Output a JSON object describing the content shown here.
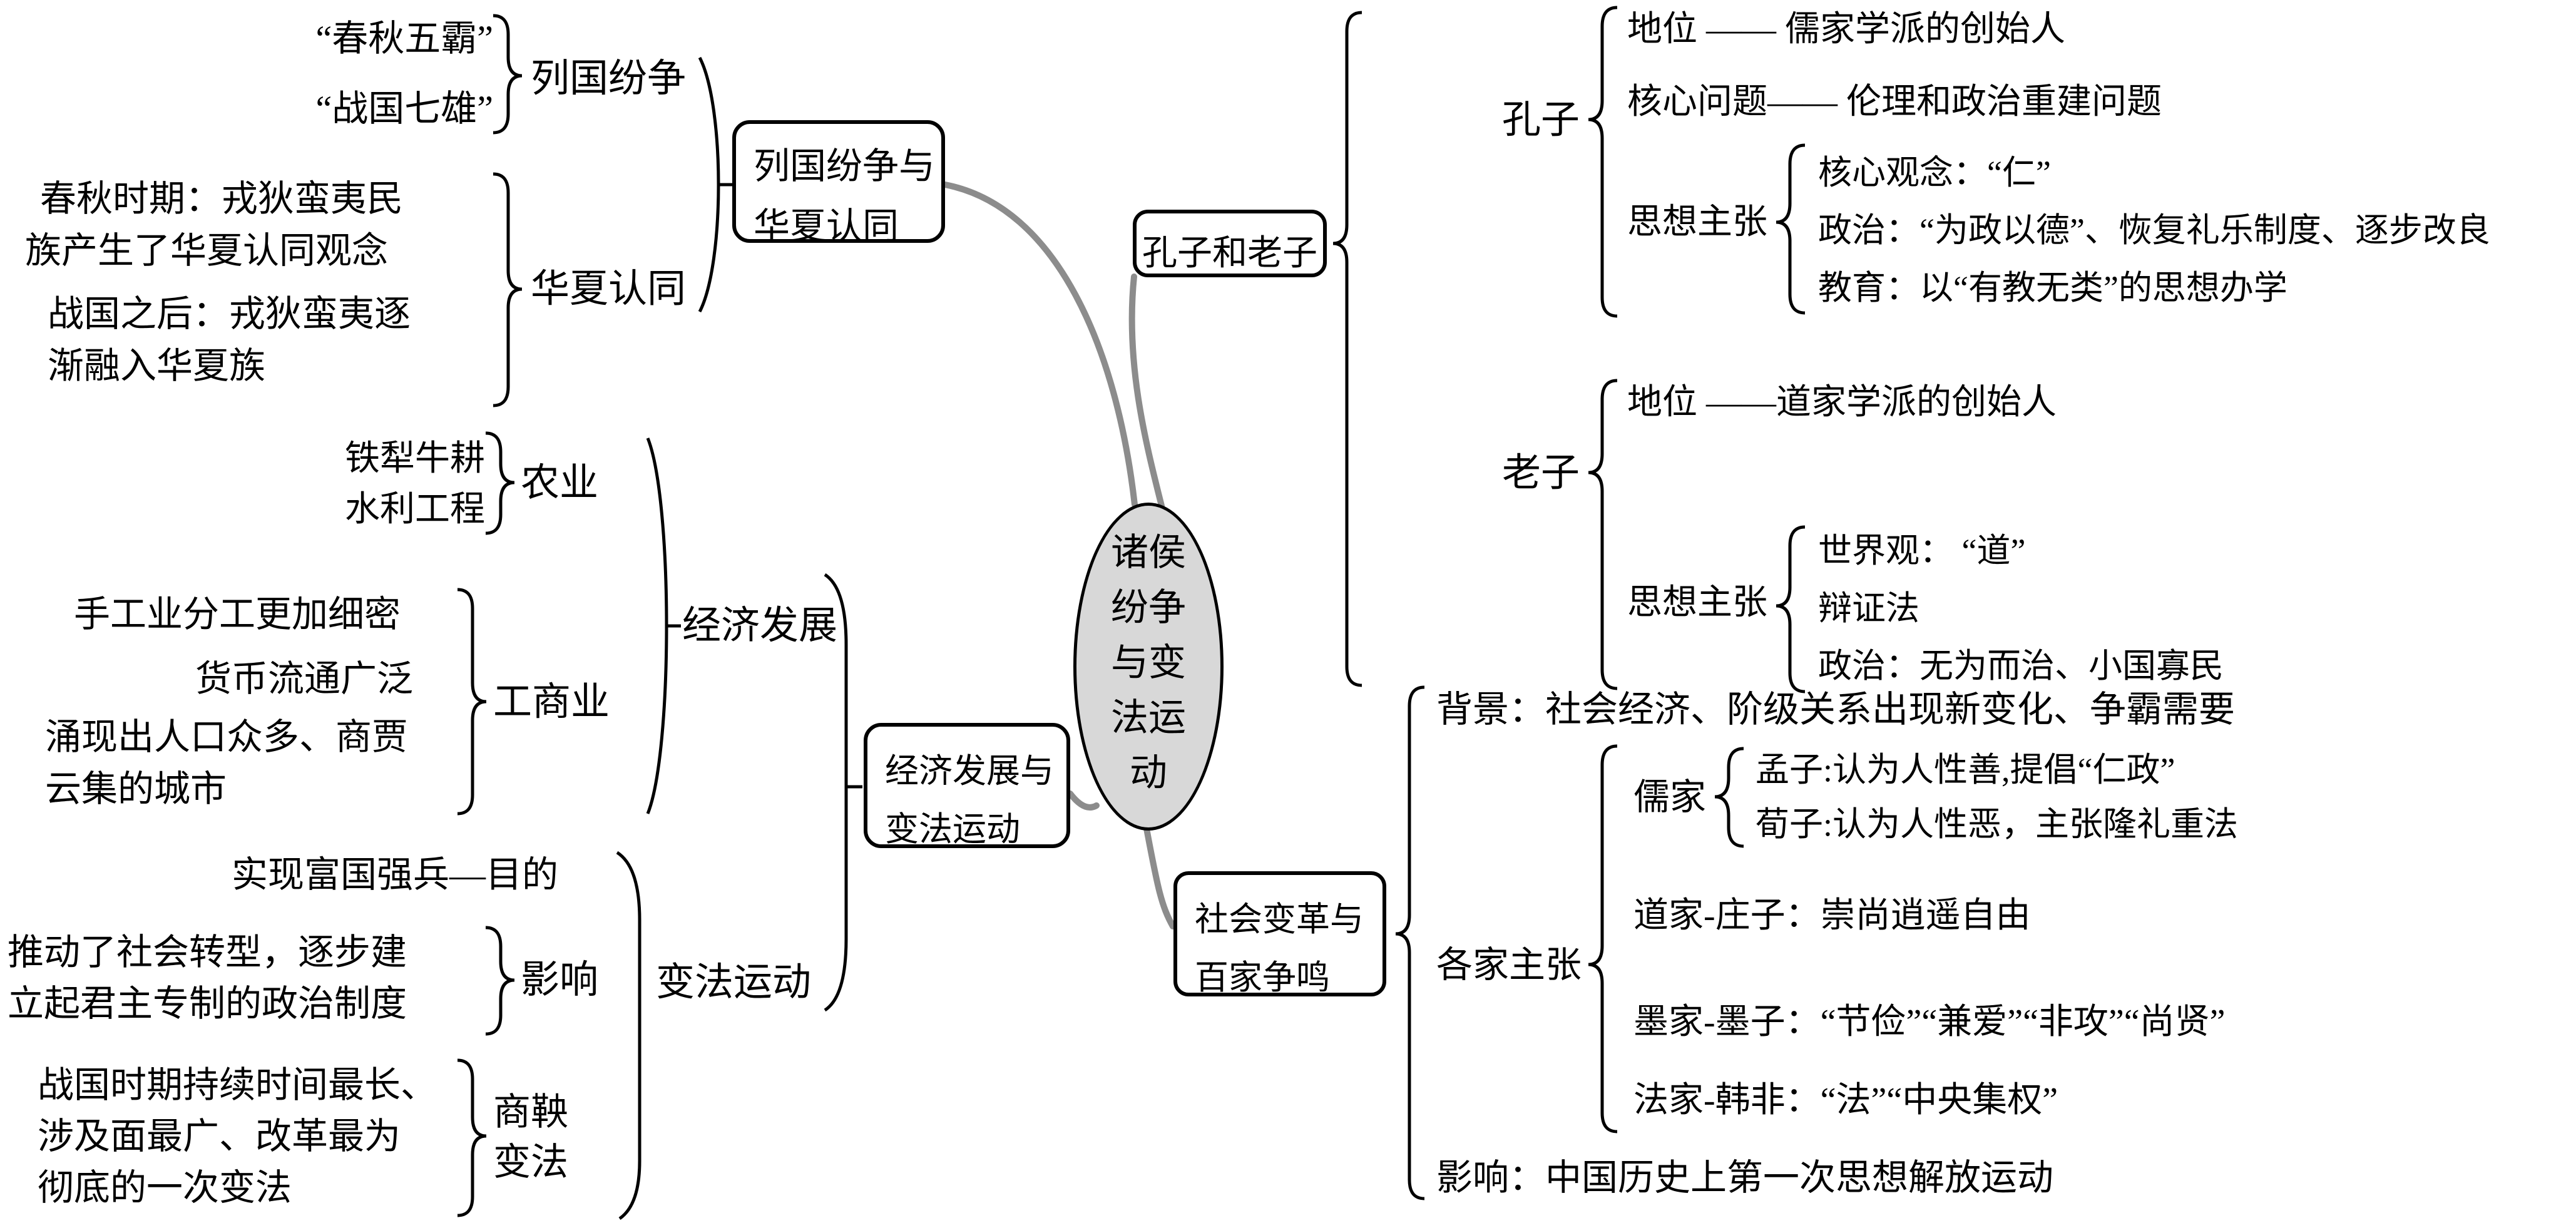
{
  "colors": {
    "line": "#000000",
    "curve": "#8c8c8c",
    "ellipse_fill": "#d8d8d8"
  },
  "center": {
    "lines": [
      "诸侯",
      "纷争",
      "与变",
      "法运",
      "动"
    ]
  },
  "group_conflict": {
    "box": [
      "列国纷争与",
      "华夏认同"
    ],
    "lieguo": {
      "label": "列国纷争",
      "items": [
        "“春秋五霸”",
        "“战国七雄”"
      ]
    },
    "huaxia": {
      "label": "华夏认同",
      "items": [
        "春秋时期：戎狄蛮夷民",
        "族产生了华夏认同观念",
        "战国之后：戎狄蛮夷逐",
        "渐融入华夏族"
      ]
    }
  },
  "group_economy": {
    "box": [
      "经济发展与",
      "变法运动"
    ],
    "econ_label": "经济发展",
    "agriculture": {
      "label": "农业",
      "items": [
        "铁犁牛耕",
        "水利工程"
      ]
    },
    "industry": {
      "label": "工商业",
      "items": [
        "手工业分工更加细密",
        "货币流通广泛",
        "涌现出人口众多、商贾",
        "云集的城市"
      ]
    }
  },
  "group_reform": {
    "label": "变法运动",
    "purpose": "实现富国强兵—目的",
    "influence": {
      "label": "影响",
      "items": [
        "推动了社会转型，逐步建",
        "立起君主专制的政治制度"
      ]
    },
    "shangyang": {
      "label": [
        "商鞅",
        "变法"
      ],
      "items": [
        "战国时期持续时间最长、",
        "涉及面最广、改革最为",
        "彻底的一次变法"
      ]
    }
  },
  "group_confucius": {
    "box": "孔子和老子",
    "kongzi": {
      "label": "孔子",
      "status": "地位 —— 儒家学派的创始人",
      "core": "核心问题—— 伦理和政治重建问题",
      "thought": {
        "label": "思想主张",
        "items": [
          "核心观念：“仁”",
          "政治：“为政以德”、恢复礼乐制度、逐步改良",
          "教育：以“有教无类”的思想办学"
        ]
      }
    },
    "laozi": {
      "label": "老子",
      "status": "地位 ——道家学派的创始人",
      "thought": {
        "label": "思想主张",
        "items": [
          "世界观： “道”",
          "辩证法",
          "政治：无为而治、小国寡民"
        ]
      }
    }
  },
  "group_hundred": {
    "box": [
      "社会变革与",
      "百家争鸣"
    ],
    "background": "背景：社会经济、阶级关系出现新变化、争霸需要",
    "schools": {
      "label": "各家主张",
      "ru": {
        "label": "儒家",
        "items": [
          "孟子:认为人性善,提倡“仁政”",
          "荀子:认为人性恶，主张隆礼重法"
        ]
      },
      "dao": "道家-庄子：崇尚逍遥自由",
      "mo": "墨家-墨子：“节俭”“兼爱”“非攻”“尚贤”",
      "fa": "法家-韩非：“法”“中央集权”"
    },
    "influence": "影响：中国历史上第一次思想解放运动"
  }
}
